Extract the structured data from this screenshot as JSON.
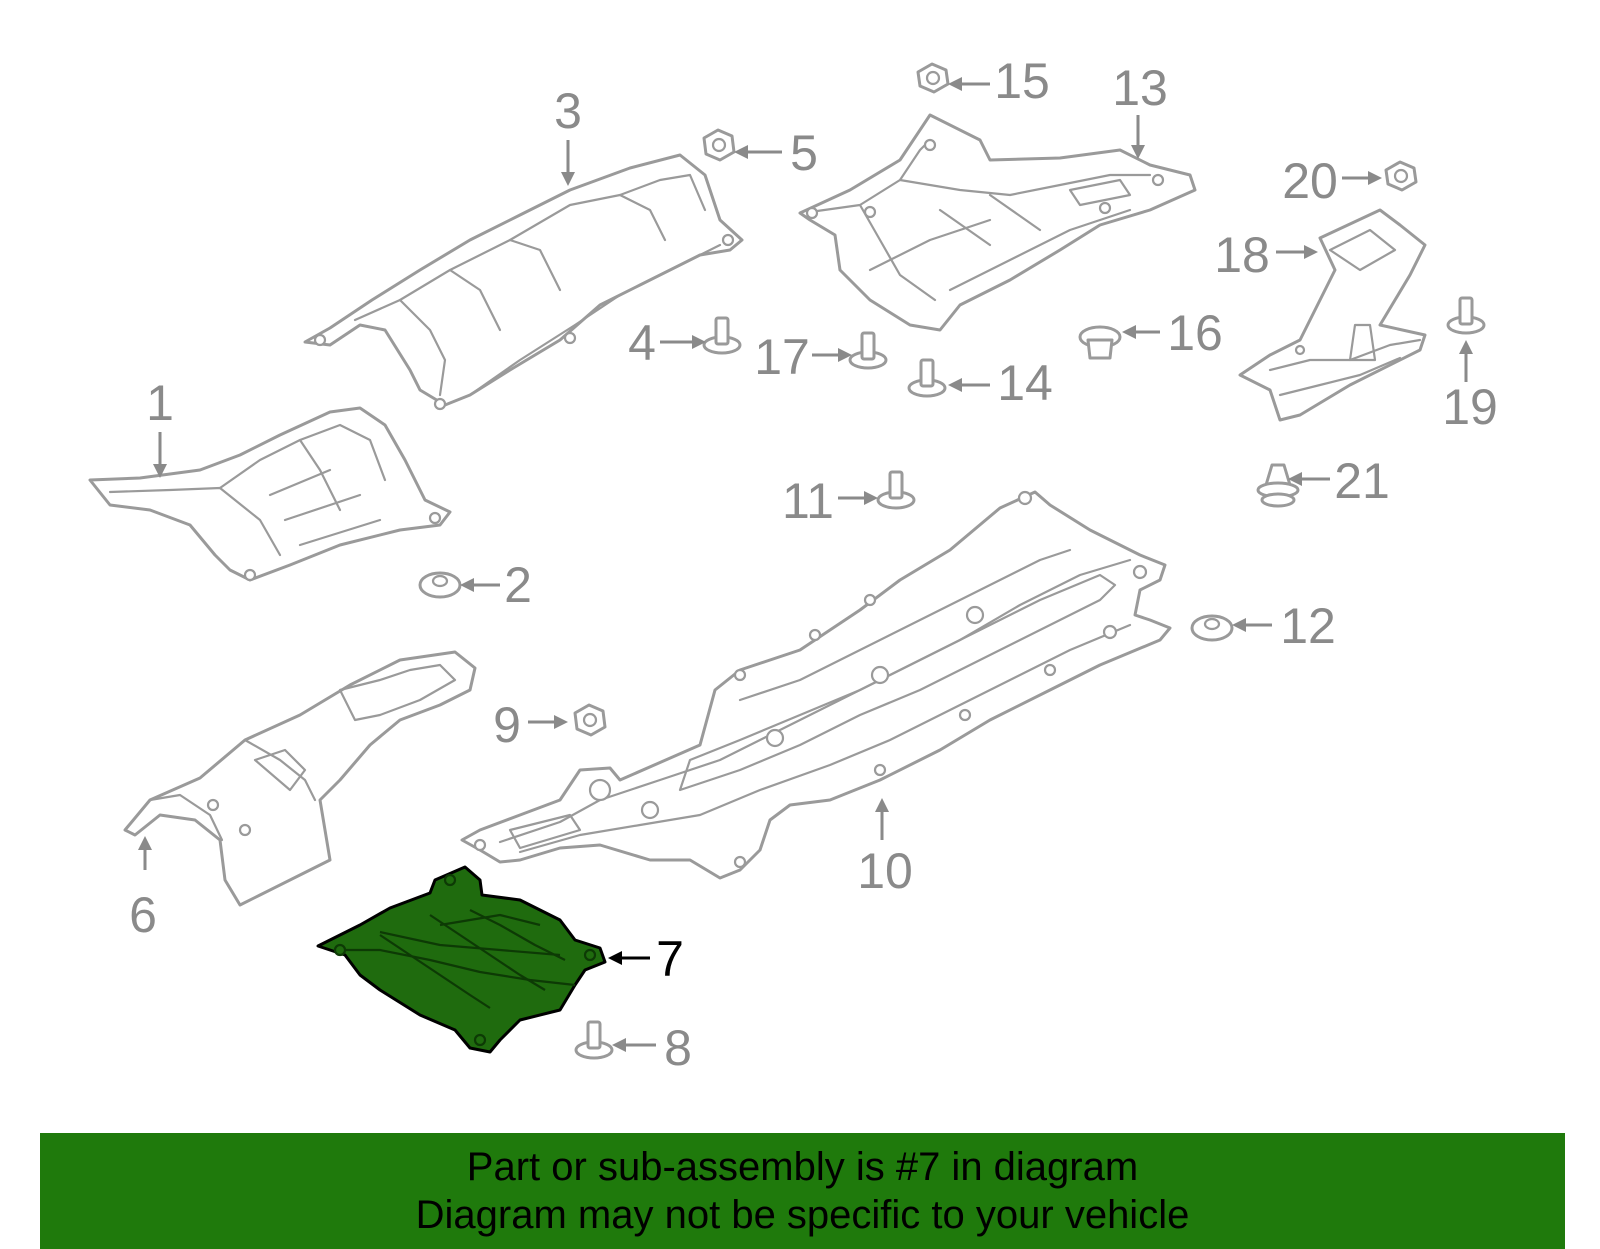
{
  "diagram": {
    "callouts": [
      "1",
      "2",
      "3",
      "4",
      "5",
      "6",
      "7",
      "8",
      "9",
      "10",
      "11",
      "12",
      "13",
      "14",
      "15",
      "16",
      "17",
      "18",
      "19",
      "20",
      "21"
    ],
    "highlighted_part": "7",
    "colors": {
      "highlight": "#1f6b0e",
      "outline": "#9a9a9a",
      "banner": "#1f7a0c"
    }
  },
  "banner": {
    "line1": "Part or sub-assembly is #7 in diagram",
    "line2": "Diagram may not be specific to your vehicle"
  }
}
